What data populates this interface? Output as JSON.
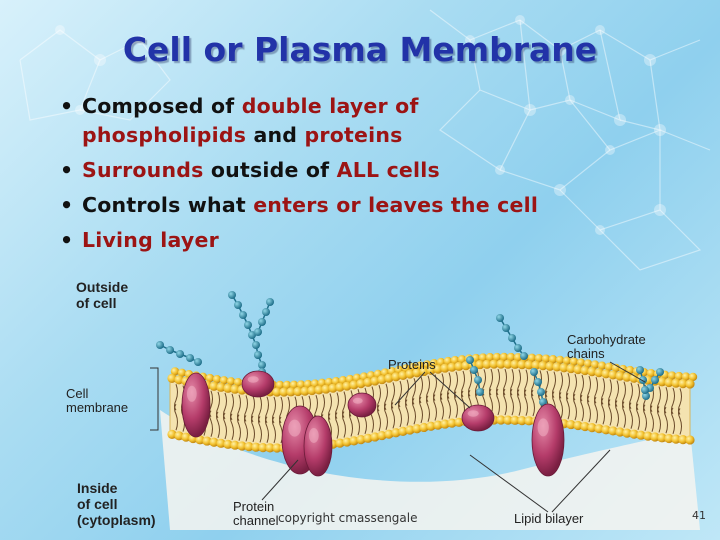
{
  "slide": {
    "title": "Cell or Plasma Membrane",
    "bullets": [
      {
        "segments": [
          {
            "text": "Composed of ",
            "highlight": false
          },
          {
            "text": "double layer of",
            "highlight": true
          }
        ],
        "segments_line2": [
          {
            "text": "phospholipids",
            "highlight": true
          },
          {
            "text": " and ",
            "highlight": false
          },
          {
            "text": "proteins",
            "highlight": true
          }
        ]
      },
      {
        "segments": [
          {
            "text": "Surrounds",
            "highlight": true
          },
          {
            "text": " outside of ",
            "highlight": false
          },
          {
            "text": "ALL cells",
            "highlight": true
          }
        ]
      },
      {
        "segments": [
          {
            "text": "Controls what ",
            "highlight": false
          },
          {
            "text": "enters or leaves the cell",
            "highlight": true
          }
        ]
      },
      {
        "segments": [
          {
            "text": "Living layer",
            "highlight": true
          }
        ]
      }
    ],
    "bullet_char": "•",
    "page_number": "41",
    "copyright": "copyright cmassengale"
  },
  "diagram": {
    "labels": {
      "outside_line1": "Outside",
      "outside_line2": "of cell",
      "cell_membrane_line1": "Cell",
      "cell_membrane_line2": "membrane",
      "inside_line1": "Inside",
      "inside_line2": "of cell",
      "inside_line3": "(cytoplasm)",
      "proteins": "Proteins",
      "carbohydrate_line1": "Carbohydrate",
      "carbohydrate_line2": "chains",
      "protein_channel_line1": "Protein",
      "protein_channel_line2": "channel",
      "lipid_bilayer": "Lipid bilayer"
    }
  },
  "colors": {
    "title": "#2233a8",
    "highlight": "#9c1414",
    "text": "#111111",
    "head_yellow": "#f2c12e",
    "protein_pink": "#b53c6a",
    "carb_teal": "#2f8aa6"
  }
}
